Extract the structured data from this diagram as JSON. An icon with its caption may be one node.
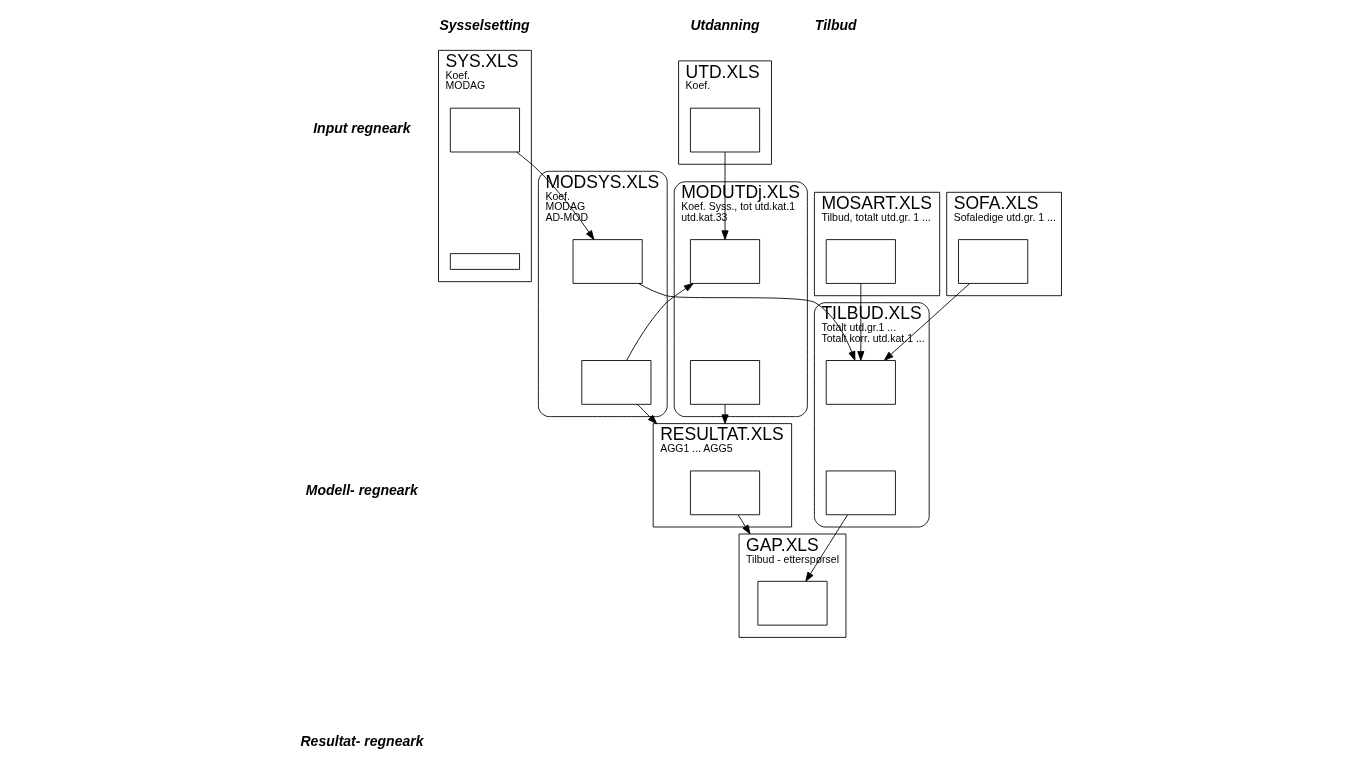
{
  "diagram": {
    "nodes": [
      {
        "text": [
          "SYS.XLS",
          "Koef.",
          "MODAG"
        ]
      },
      {
        "text": [],
        "shape": "box",
        "in": 0
      },
      {
        "text": [],
        "shape": "bar",
        "in": 0
      },
      {
        "text": [
          "UTD.XLS",
          "Koef."
        ]
      },
      {
        "text": [],
        "shape": "box",
        "in": 3
      },
      {
        "text": [
          "MOSART.XLS",
          "Tilbud, totalt utd.gr. 1 ..."
        ]
      },
      {
        "text": [],
        "shape": "box",
        "in": 5
      },
      {
        "text": [
          "SOFA.XLS",
          "Sofaledige utd.gr. 1 ..."
        ]
      },
      {
        "text": [],
        "shape": "box",
        "in": 7
      },
      {
        "text": [
          "MODSYS.XLS",
          "Koef.",
          "MODAG",
          "AD-MOD"
        ]
      },
      {
        "text": [],
        "shape": "box",
        "in": 9
      },
      {
        "text": [],
        "shape": "box",
        "in": 9
      },
      {
        "text": [
          "MODUTDj.XLS",
          "Koef. Syss., tot utd.kat.1",
          "utd.kat.33"
        ]
      },
      {
        "text": [],
        "shape": "box",
        "in": 12
      },
      {
        "text": [],
        "shape": "box",
        "in": 12
      },
      {
        "text": [
          "TILBUD.XLS",
          "Totalt utd.gr.1 ...",
          "Totalt korr. utd.kat.1 ..."
        ]
      },
      {
        "text": [],
        "shape": "box",
        "in": 15
      },
      {
        "text": [],
        "shape": "box",
        "in": 15
      },
      {
        "text": [
          "RESULTAT.XLS",
          "AGG1 ... AGG5"
        ]
      },
      {
        "text": [],
        "shape": "box",
        "in": 18
      },
      {
        "text": [
          "GAP.XLS",
          "Tilbud - etterspørsel"
        ]
      },
      {
        "text": [],
        "shape": "box",
        "in": 20
      }
    ],
    "edges": [
      {
        "from": 1,
        "to": 10,
        "arrow": "to"
      },
      {
        "from": 4,
        "to": 13,
        "arrow": "to"
      },
      {
        "from": 6,
        "to": 16,
        "arrow": "to"
      },
      {
        "from": 8,
        "to": 16,
        "arrow": "to"
      },
      {
        "from": 10,
        "to": 16,
        "arrow": "to"
      },
      {
        "from": 11,
        "to": 13,
        "arrow": "to"
      },
      {
        "from": 11,
        "to": 18,
        "arrow": "to"
      },
      {
        "from": 14,
        "to": 18,
        "arrow": "to"
      },
      {
        "from": 17,
        "to": 21,
        "arrow": "to"
      },
      {
        "from": 19,
        "to": 20,
        "arrow": "to"
      }
    ],
    "labels": [
      "Sysselsetting",
      "Utdanning",
      "Tilbud",
      "Input regneark",
      "Modell- regneark",
      "Resultat- regneark"
    ]
  }
}
